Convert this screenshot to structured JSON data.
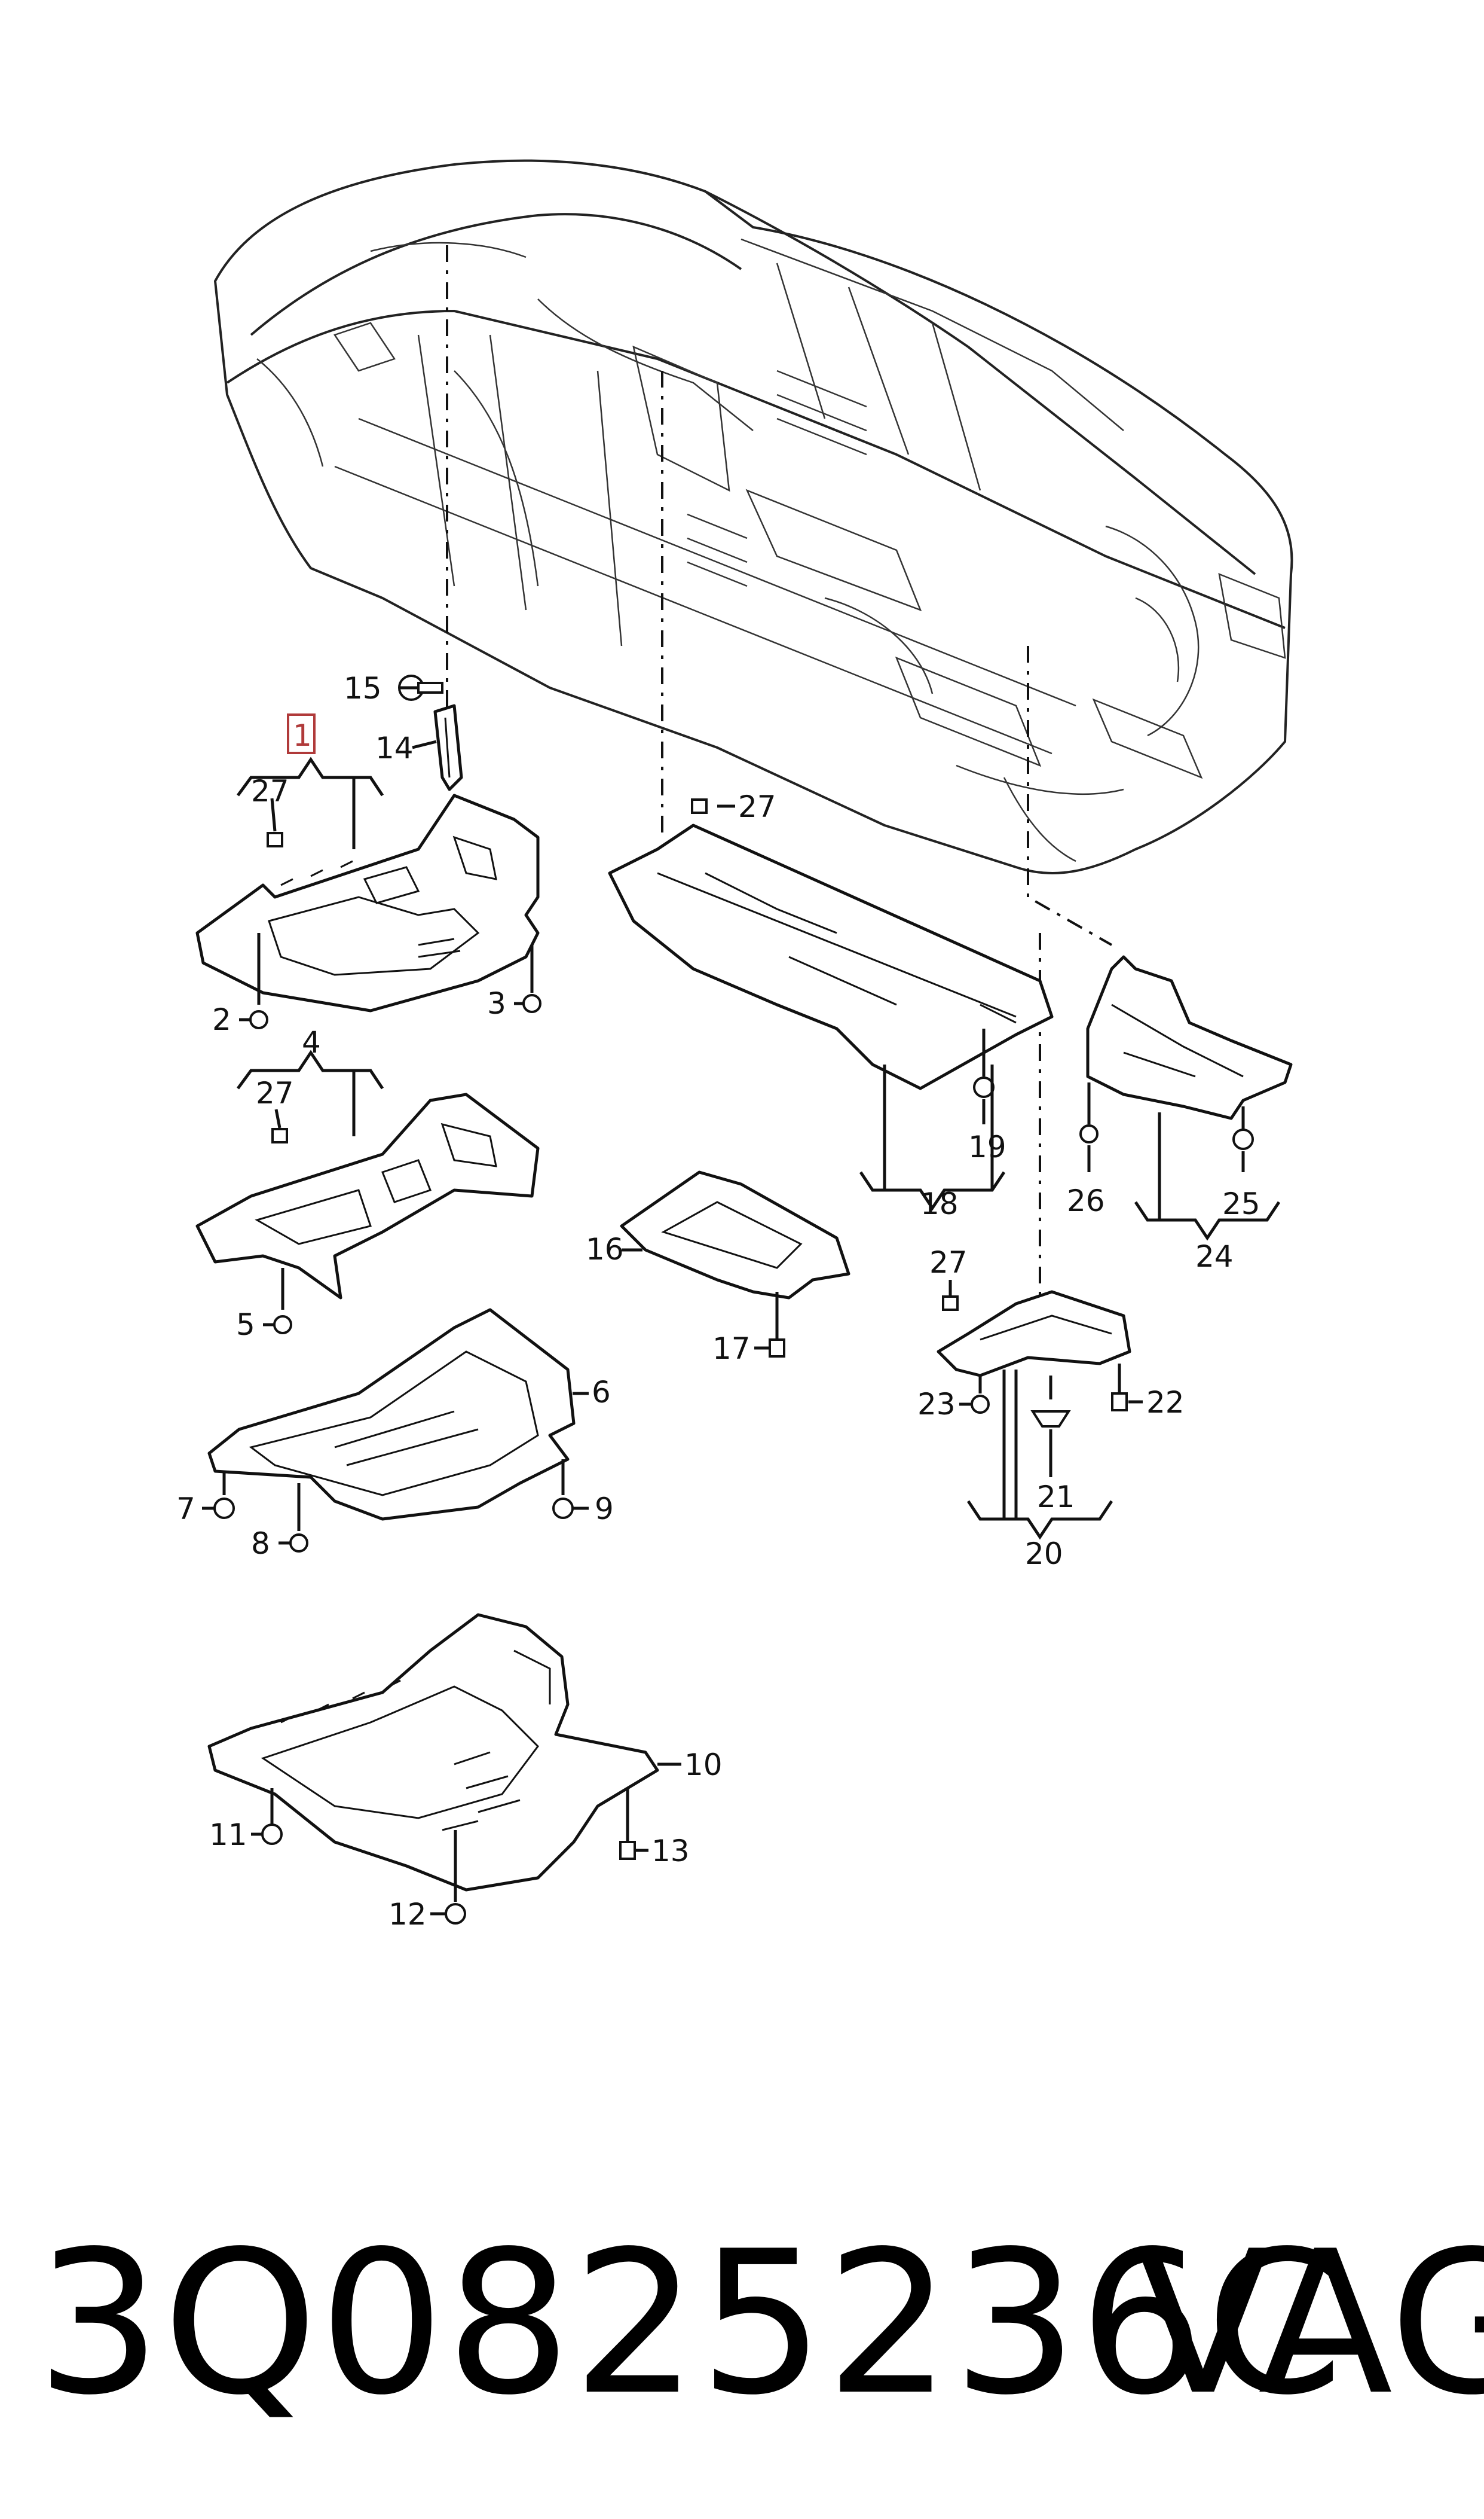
{
  "callouts": {
    "c1": "1",
    "c2": "2",
    "c3": "3",
    "c4": "4",
    "c5": "5",
    "c6": "6",
    "c7": "7",
    "c8": "8",
    "c9": "9",
    "c10": "10",
    "c11": "11",
    "c12": "12",
    "c13": "13",
    "c14": "14",
    "c15": "15",
    "c16": "16",
    "c17": "17",
    "c18": "18",
    "c19": "19",
    "c20": "20",
    "c21": "21",
    "c22": "22",
    "c23": "23",
    "c24": "24",
    "c25": "25",
    "c26": "26",
    "c27": "27"
  },
  "footer": {
    "part_number": "3Q0825236C",
    "brand": "VAG"
  },
  "colors": {
    "highlight_box": "#b03a3a",
    "ink": "#111111"
  }
}
